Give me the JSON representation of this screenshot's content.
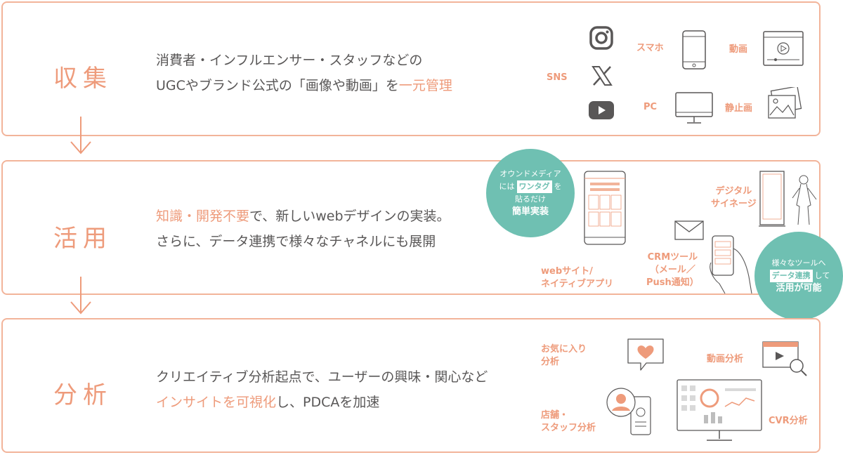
{
  "collect": {
    "title": "収集",
    "line1": "消費者・インフルエンサー・スタッフなどの",
    "line2_prefix": "UGCやブランド公式の「画像や動画」を",
    "line2_highlight": "一元管理",
    "labels": {
      "sns": "SNS",
      "smartphone": "スマホ",
      "video": "動画",
      "pc": "PC",
      "still": "静止画"
    }
  },
  "use": {
    "title": "活用",
    "line1_highlight": "知識・開発不要",
    "line1_suffix": "で、新しいwebデザインの実装。",
    "line2": "さらに、データ連携で様々なチャネルにも展開",
    "labels": {
      "web1": "webサイト/",
      "web2": "ネイティブアプリ",
      "signage1": "デジタル",
      "signage2": "サイネージ",
      "crm1": "CRMツール",
      "crm2": "（メール／",
      "crm3": "Push通知）"
    },
    "bubble_left": {
      "line1": "オウンドメディア",
      "pre": "には",
      "tag": "ワンタグ",
      "post": "を",
      "line3": "貼るだけ",
      "line4": "簡単実装"
    },
    "bubble_right": {
      "line1": "様々なツールへ",
      "tag": "データ連携",
      "post": "して",
      "line3": "活用が可能"
    }
  },
  "analyze": {
    "title": "分析",
    "line1": "クリエイティブ分析起点で、ユーザーの興味・関心など",
    "line2_highlight": "インサイトを可視化",
    "line2_suffix": "し、PDCAを加速",
    "labels": {
      "fav1": "お気に入り",
      "fav2": "分析",
      "video": "動画分析",
      "store1": "店舗・",
      "store2": "スタッフ分析",
      "cvr": "CVR分析"
    }
  },
  "colors": {
    "accent": "#ee9b7b",
    "border": "#f2b49a",
    "teal": "#6fc0b2",
    "text": "#595757",
    "icon": "#595757"
  }
}
